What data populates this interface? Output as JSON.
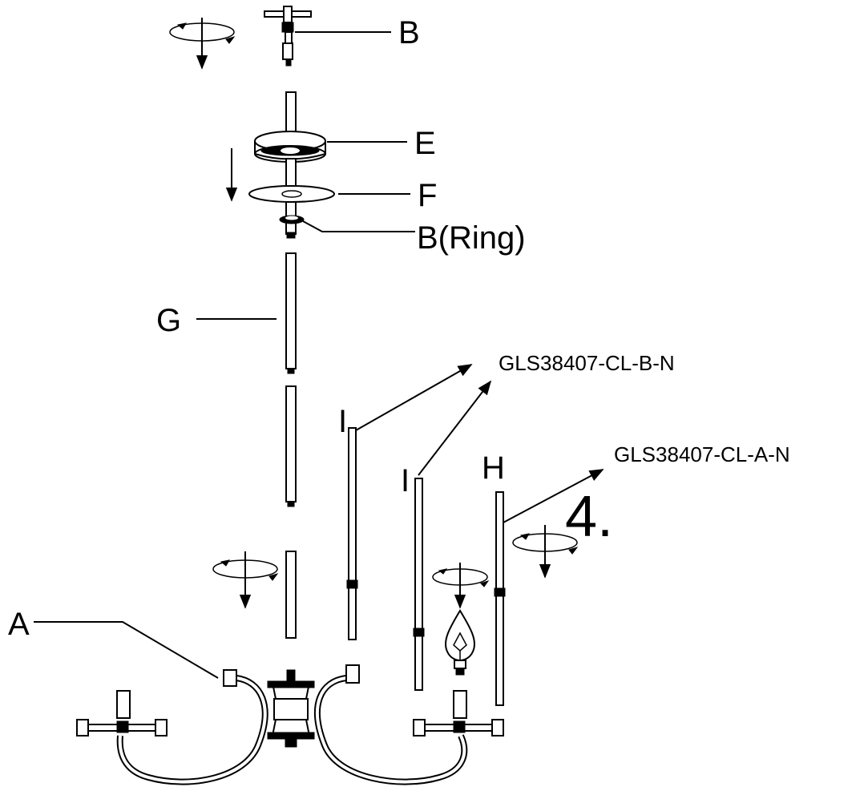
{
  "labels": {
    "b_top": "B",
    "e": "E",
    "f": "F",
    "b_ring": "B(Ring)",
    "g": "G",
    "i_left": "I",
    "i_right": "I",
    "h": "H",
    "a": "A"
  },
  "model_numbers": {
    "b": "GLS38407-CL-B-N",
    "a": "GLS38407-CL-A-N"
  },
  "step_number": "4."
}
